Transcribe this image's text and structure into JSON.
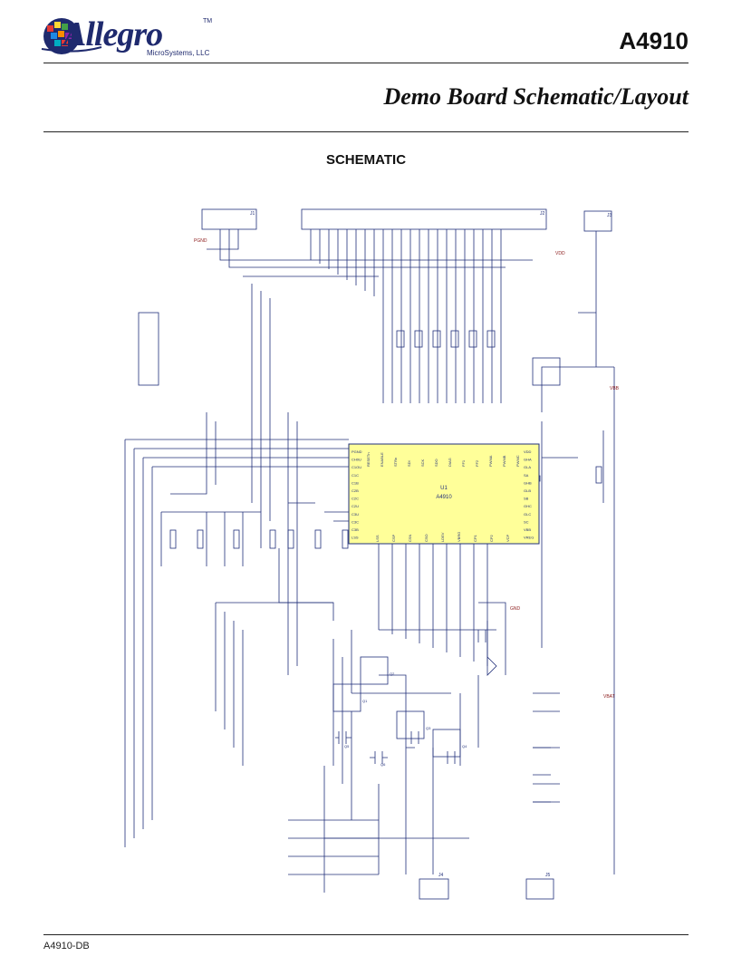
{
  "header": {
    "logo_text": "Allegro",
    "logo_tm": "TM",
    "logo_subtext": "MicroSystems, LLC",
    "part_number": "A4910"
  },
  "title": "Demo Board Schematic/Layout",
  "section_heading": "SCHEMATIC",
  "schematic": {
    "ic_label": "U1",
    "ic_part": "A4910",
    "left_pins": [
      "PGND",
      "CH0U",
      "C1OU",
      "C1C",
      "C1B",
      "C2B",
      "C2C",
      "C2U",
      "C3U",
      "C3C",
      "C3B",
      "LSS"
    ],
    "right_pins": [
      "VDD",
      "GHA",
      "GLA",
      "SA",
      "GHB",
      "GLB",
      "SB",
      "GHC",
      "GLC",
      "SC",
      "VBB",
      "VREG"
    ],
    "top_pins": [
      "RESETn",
      "ENABLE",
      "STRn",
      "SDI",
      "SCK",
      "SDO",
      "DIAG",
      "FF1",
      "FF2",
      "PWMA",
      "PWMB",
      "PWMC"
    ],
    "bottom_pins": [
      "LSS",
      "CSP",
      "CSN",
      "CSO",
      "LDEV",
      "VBRG",
      "CP1",
      "CP2",
      "VCP"
    ],
    "connector_labels": [
      "J1",
      "J2",
      "J3",
      "J4",
      "J5"
    ],
    "net_labels": [
      "PGND",
      "VDD",
      "VBAT",
      "GND",
      "VBB"
    ],
    "transistor_labels": [
      "Q1",
      "Q2",
      "Q3",
      "Q4",
      "Q5",
      "Q6"
    ]
  },
  "footer": {
    "doc_id": "A4910-DB"
  },
  "colors": {
    "ink": "#1a1a1a",
    "wire": "#22307a",
    "ic_fill": "#ffff99",
    "logo_navy": "#1f2a6e"
  }
}
